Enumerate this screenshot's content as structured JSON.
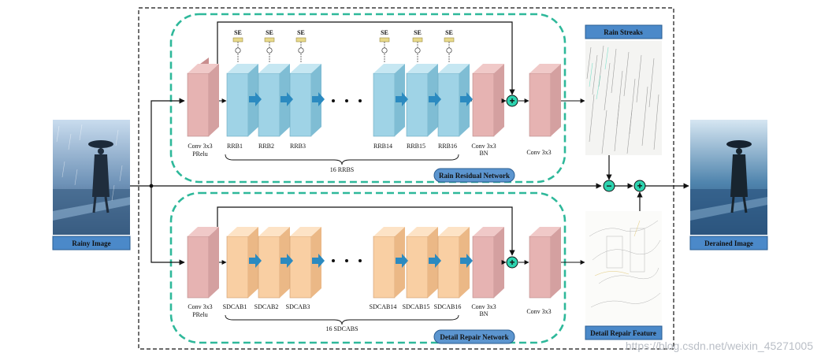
{
  "colors": {
    "rrb_block": "#9fd3e6",
    "sdcab_block": "#f9cfa3",
    "conv_block": "#e6b3b2",
    "arrow_block": "#2b8ac0",
    "dashed_green": "#2eb89a",
    "circle_fill": "#2dd4b0",
    "pill_fill": "#5c95cf",
    "label_box_fill": "#4b89c9"
  },
  "upper": {
    "conv_in": [
      "Conv 3x3",
      "PRelu"
    ],
    "se": "SE",
    "blocks": [
      "RRB1",
      "RRB2",
      "RRB3",
      "RRB14",
      "RRB15",
      "RRB16"
    ],
    "conv_bn": [
      "Conv 3x3",
      "BN"
    ],
    "conv_out": "Conv 3x3",
    "count": "16 RRBS",
    "network": "Rain Residual Network",
    "feature_title": "Rain Streaks"
  },
  "lower": {
    "conv_in": [
      "Conv 3x3",
      "PRelu"
    ],
    "blocks": [
      "SDCAB1",
      "SDCAB2",
      "SDCAB3",
      "SDCAB14",
      "SDCAB15",
      "SDCAB16"
    ],
    "conv_bn": [
      "Conv 3x3",
      "BN"
    ],
    "conv_out": "Conv 3x3",
    "count": "16 SDCABS",
    "network": "Detail Repair Network",
    "feature_title": "Detail Repair Feature"
  },
  "input_label": "Rainy Image",
  "output_label": "Derained Image",
  "ops": {
    "minus": "−",
    "plus": "+"
  },
  "watermark": "https://blog.csdn.net/weixin_45271005"
}
